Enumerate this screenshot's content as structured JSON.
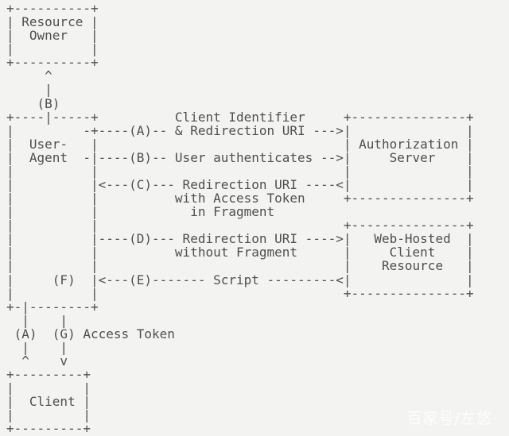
{
  "colors": {
    "background": "#f3f3f1",
    "text": "#4f4f4f",
    "watermark": "rgba(255,255,255,0.8)"
  },
  "diagram": {
    "lines": [
      "+----------+",
      "| Resource |",
      "|  Owner   |",
      "|          |",
      "+----------+",
      "     ^",
      "     |",
      "    (B)",
      "+----|-----+          Client Identifier     +---------------+",
      "|         -+----(A)-- & Redirection URI --->|               |",
      "|  User-   |                                | Authorization |",
      "|  Agent  -|----(B)-- User authenticates -->|     Server    |",
      "|          |                                |               |",
      "|          |<---(C)--- Redirection URI ----<|               |",
      "|          |          with Access Token     +---------------+",
      "|          |            in Fragment",
      "|          |                                +---------------+",
      "|          |----(D)--- Redirection URI ---->|   Web-Hosted  |",
      "|          |          without Fragment      |     Client    |",
      "|          |                                |    Resource   |",
      "|     (F)  |<---(E)------- Script ---------<|               |",
      "|          |                                +---------------+",
      "+-|--------+",
      "  |    |",
      " (A)  (G) Access Token",
      "  |    |",
      "  ^    v",
      "+---------+",
      "|         |",
      "|  Client |",
      "|         |",
      "+---------+"
    ]
  },
  "watermark": {
    "text": "百家号/左悠"
  }
}
